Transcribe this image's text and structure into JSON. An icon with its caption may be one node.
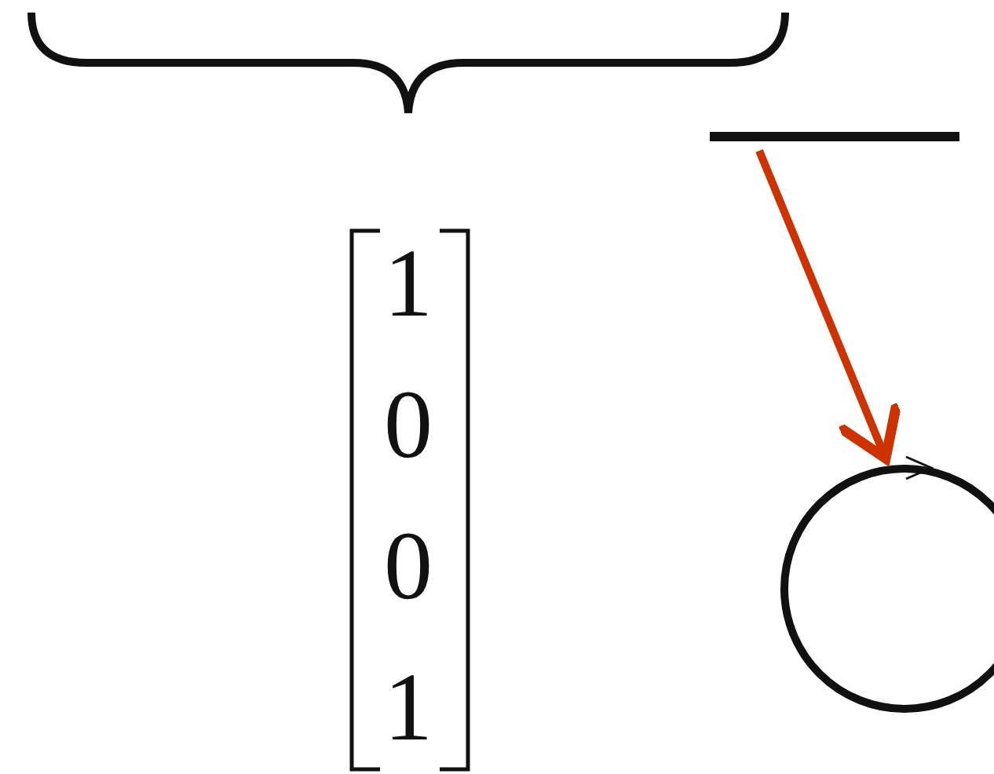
{
  "diagram": {
    "nodes": [
      {
        "text": [],
        "shape": "bar"
      },
      {
        "text": [],
        "shape": "circle"
      }
    ],
    "edges": [
      {
        "from": 0,
        "to": 1,
        "arrow": "to",
        "color": "#cc3300"
      }
    ],
    "labels": [
      "1",
      "0",
      "0",
      "1"
    ]
  }
}
